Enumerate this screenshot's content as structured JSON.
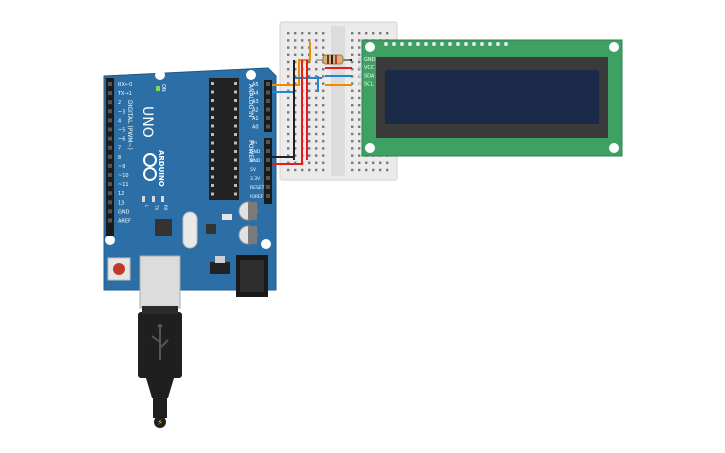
{
  "arduino": {
    "logo_text": "ARDUINO",
    "model": "UNO",
    "digital_header": "DIGITAL (PWM~)",
    "analog_header": "ANALOG IN",
    "power_header": "POWER",
    "on_label": "ON",
    "tx_label": "TX",
    "rx_label": "RX",
    "l_label": "L",
    "digital_pins": [
      "RX←0",
      "TX→1",
      "2",
      "~3",
      "4",
      "~5",
      "~6",
      "7",
      "8",
      "~9",
      "~10",
      "~11",
      "12",
      "13",
      "GND",
      "AREF"
    ],
    "analog_pins": [
      "A5",
      "A4",
      "A3",
      "A2",
      "A1",
      "A0"
    ],
    "power_pins": [
      "Vin",
      "GND",
      "GND",
      "5V",
      "3.3V",
      "RESET",
      "IOREF"
    ]
  },
  "lcd": {
    "pin_labels": [
      "GND",
      "VCC",
      "SDA",
      "SCL"
    ]
  },
  "colors": {
    "board_blue": "#2b6fa6",
    "wire_red": "#e11d1d",
    "wire_black": "#222222",
    "wire_blue": "#1e88d0",
    "wire_orange": "#f08a00",
    "lcd_green": "#3fa063",
    "lcd_screen": "#1c2a4a"
  }
}
